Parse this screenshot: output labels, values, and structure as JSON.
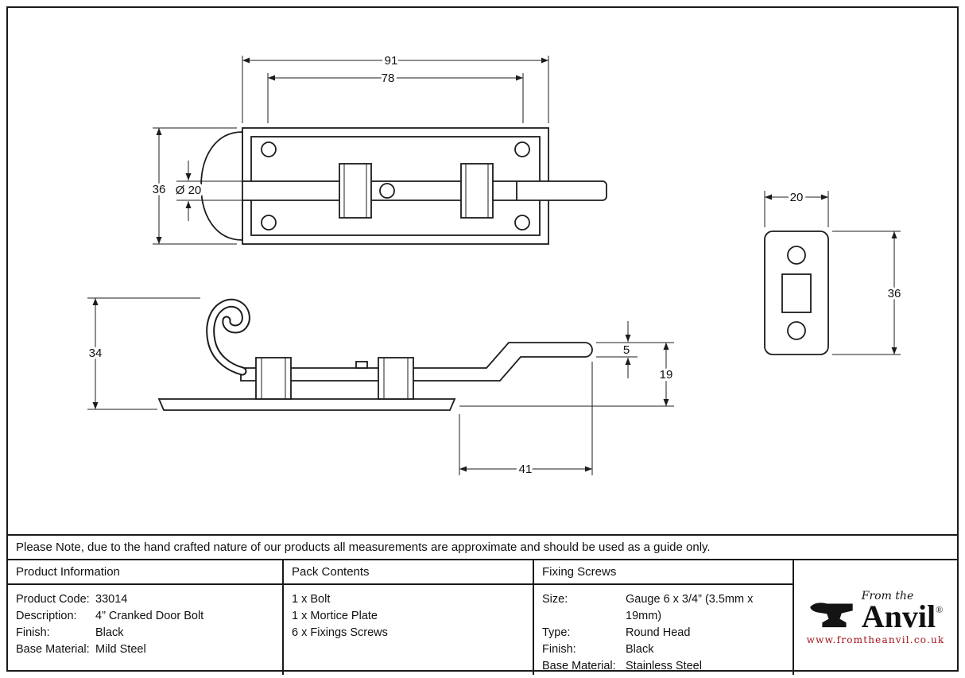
{
  "note": "Please Note, due to the hand crafted nature of our products all measurements are approximate and should be used as a guide only.",
  "drawings": {
    "plan_view": {
      "length_total": "91",
      "hole_spacing": "78",
      "plate_height": "36",
      "shaft_diameter": "Ø 20"
    },
    "side_view": {
      "overall_height": "34",
      "crank_thickness": "5",
      "crank_height": "19",
      "crank_reach": "41"
    },
    "mortice_plate": {
      "width": "20",
      "height": "36"
    }
  },
  "table": {
    "product_information": {
      "header": "Product Information",
      "rows": [
        {
          "label": "Product Code:",
          "value": "33014"
        },
        {
          "label": "Description:",
          "value": "4” Cranked Door Bolt"
        },
        {
          "label": "Finish:",
          "value": "Black"
        },
        {
          "label": "Base Material:",
          "value": "Mild Steel"
        }
      ]
    },
    "pack_contents": {
      "header": "Pack Contents",
      "items": [
        "1 x Bolt",
        "1 x Mortice Plate",
        "6 x Fixings Screws"
      ]
    },
    "fixing_screws": {
      "header": "Fixing Screws",
      "rows": [
        {
          "label": "Size:",
          "value": "Gauge 6 x 3/4” (3.5mm x 19mm)"
        },
        {
          "label": "Type:",
          "value": "Round Head"
        },
        {
          "label": "Finish:",
          "value": "Black"
        },
        {
          "label": "Base Material:",
          "value": "Stainless Steel"
        }
      ]
    }
  },
  "logo": {
    "tagline": "From the",
    "brand": "Anvil",
    "registered": "®",
    "website": "www.fromtheanvil.co.uk"
  },
  "colors": {
    "line": "#1c1c1c",
    "brand_red": "#a31218"
  }
}
